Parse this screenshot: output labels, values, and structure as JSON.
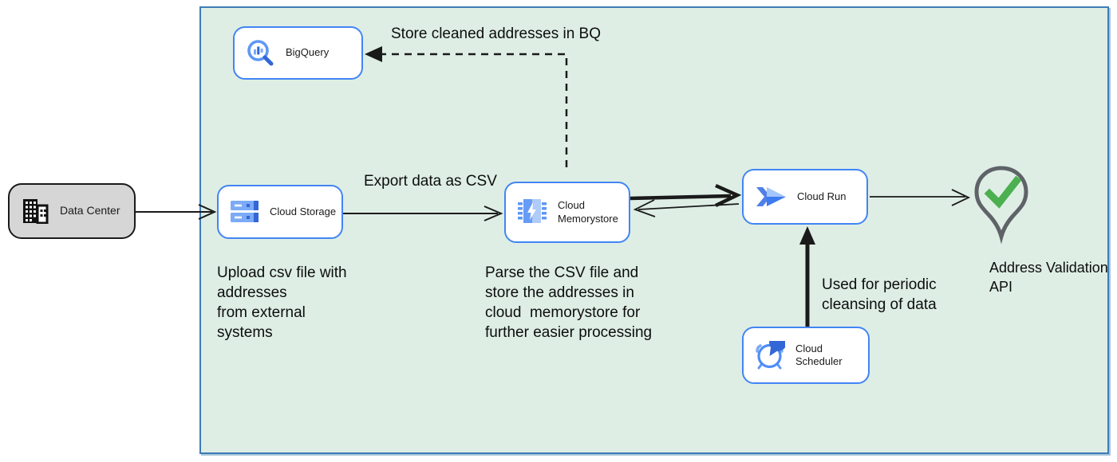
{
  "diagram": {
    "title_hint": "GCP address cleansing architecture",
    "nodes": {
      "bigquery": {
        "label": "BigQuery",
        "icon": "bigquery-magnifier-icon"
      },
      "data_center": {
        "label": "Data Center",
        "icon": "building-icon"
      },
      "cloud_storage": {
        "label": "Cloud Storage",
        "icon": "storage-buckets-icon"
      },
      "memorystore": {
        "label": "Cloud Memorystore",
        "icon": "memory-chip-bolt-icon"
      },
      "cloud_run": {
        "label": "Cloud Run",
        "icon": "cloud-run-chevron-icon"
      },
      "cloud_scheduler": {
        "label": "Cloud Scheduler",
        "icon": "alarm-clock-icon"
      },
      "address_validation": {
        "label": "Address Validation API",
        "icon": "map-pin-check-icon"
      }
    },
    "edge_labels": {
      "store_bq": "Store cleaned addresses in BQ",
      "export_csv": "Export data as CSV",
      "scheduler_note": "Used for periodic\ncleansing of data"
    },
    "annotations": {
      "upload_note": "Upload csv file with\naddresses\nfrom external\nsystems",
      "parse_note": "Parse the CSV file and\nstore the addresses in\ncloud  memorystore for\nfurther easier processing"
    },
    "edges": [
      {
        "from": "data_center",
        "to": "cloud_storage",
        "style": "thin-open"
      },
      {
        "from": "cloud_storage",
        "to": "memorystore",
        "style": "thin-open",
        "label": "Export data as CSV"
      },
      {
        "from": "memorystore",
        "to": "cloud_run",
        "style": "thick-open"
      },
      {
        "from": "cloud_run",
        "to": "memorystore",
        "style": "thin-open"
      },
      {
        "from": "cloud_run",
        "to": "address_validation",
        "style": "thin-open"
      },
      {
        "from": "cloud_scheduler",
        "to": "cloud_run",
        "style": "thick-solid",
        "label": "Used for periodic\ncleansing of data"
      },
      {
        "from": "memorystore",
        "to": "bigquery",
        "style": "dashed-solid",
        "label": "Store cleaned addresses in BQ"
      }
    ],
    "colors": {
      "container_fill": "#deeee5",
      "container_border": "#3e7cb8",
      "node_border_blue": "#4285f4",
      "datacenter_fill": "#d6d6d6",
      "datacenter_border": "#1a1a1a",
      "edge_black": "#1a1a1a",
      "icon_blue_dark": "#3367d6",
      "icon_blue_mid": "#5e97f6",
      "icon_blue_light": "#aecbfa",
      "pin_outline_gray": "#5f6368",
      "check_green": "#4caf50",
      "text_black": "#0d0d0d"
    }
  }
}
